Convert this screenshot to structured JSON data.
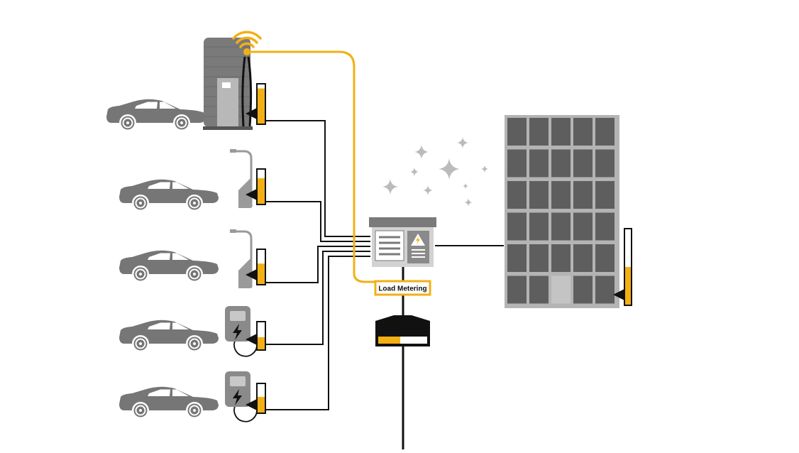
{
  "load_metering": {
    "label": "Load Metering"
  },
  "load_levels": {
    "fast_charger": 0.9,
    "wall_charger_1": 0.75,
    "wall_charger_2": 0.6,
    "portable_charger_1": 0.45,
    "portable_charger_2": 0.55,
    "building": 0.5,
    "meter_display": 0.45
  },
  "colors": {
    "accent": "#F2B015",
    "device_gray": "#767676",
    "device_light": "#B8B8B8",
    "line": "#111111",
    "window": "#5E5E5E",
    "frame": "#B4B4B4",
    "sparkle": "#BBBBBB"
  },
  "icons": {
    "sparkles": "sparkle-icon",
    "wifi": "wifi-signal-icon",
    "lightning": "lightning-bolt-icon",
    "warning": "high-voltage-warning-icon",
    "car": "car-icon"
  }
}
